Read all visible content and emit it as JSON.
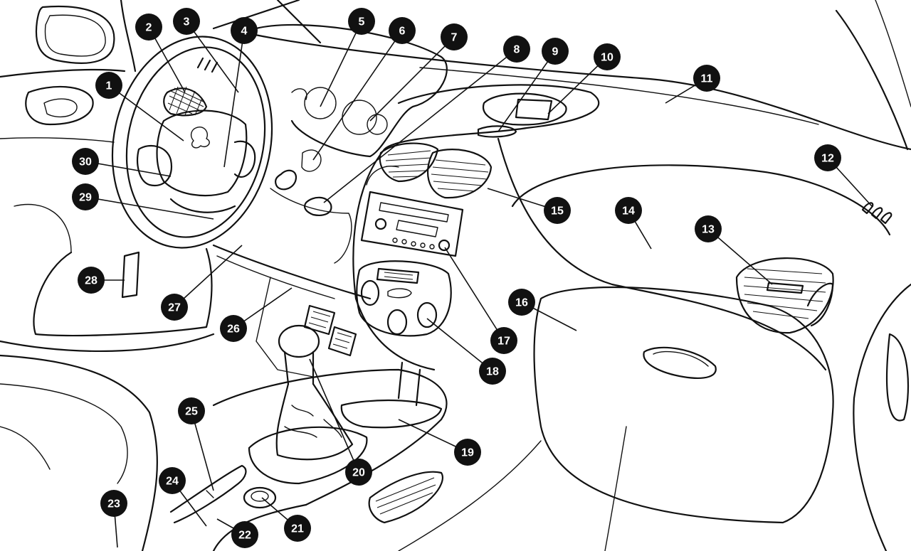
{
  "diagram": {
    "callouts": [
      {
        "id": "1",
        "label": "1"
      },
      {
        "id": "2",
        "label": "2"
      },
      {
        "id": "3",
        "label": "3"
      },
      {
        "id": "4",
        "label": "4"
      },
      {
        "id": "5",
        "label": "5"
      },
      {
        "id": "6",
        "label": "6"
      },
      {
        "id": "7",
        "label": "7"
      },
      {
        "id": "8",
        "label": "8"
      },
      {
        "id": "9",
        "label": "9"
      },
      {
        "id": "10",
        "label": "10"
      },
      {
        "id": "11",
        "label": "11"
      },
      {
        "id": "12",
        "label": "12"
      },
      {
        "id": "13",
        "label": "13"
      },
      {
        "id": "14",
        "label": "14"
      },
      {
        "id": "15",
        "label": "15"
      },
      {
        "id": "16",
        "label": "16"
      },
      {
        "id": "17",
        "label": "17"
      },
      {
        "id": "18",
        "label": "18"
      },
      {
        "id": "19",
        "label": "19"
      },
      {
        "id": "20",
        "label": "20"
      },
      {
        "id": "21",
        "label": "21"
      },
      {
        "id": "22",
        "label": "22"
      },
      {
        "id": "23",
        "label": "23"
      },
      {
        "id": "24",
        "label": "24"
      },
      {
        "id": "25",
        "label": "25"
      },
      {
        "id": "26",
        "label": "26"
      },
      {
        "id": "27",
        "label": "27"
      },
      {
        "id": "28",
        "label": "28"
      },
      {
        "id": "29",
        "label": "29"
      },
      {
        "id": "30",
        "label": "30"
      }
    ]
  }
}
